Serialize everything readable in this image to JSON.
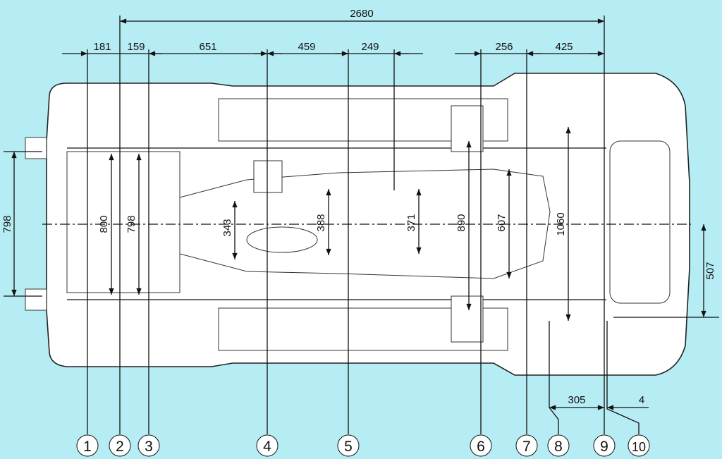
{
  "title": "Underbody control points and dimensions",
  "dimensions": {
    "wheelbase": "2680",
    "horizontal": [
      "181",
      "159",
      "651",
      "459",
      "249",
      "256",
      "425"
    ],
    "rear_305": "305",
    "rear_4": "4",
    "vertical": {
      "front_outer": "798",
      "p2": "800",
      "p3": "798",
      "p4": "343",
      "p5a": "388",
      "p5b": "371",
      "p6": "890",
      "p7": "607",
      "p8": "1060",
      "rear_half": "507"
    }
  },
  "points": [
    "1",
    "2",
    "3",
    "4",
    "5",
    "6",
    "7",
    "8",
    "9",
    "10"
  ]
}
